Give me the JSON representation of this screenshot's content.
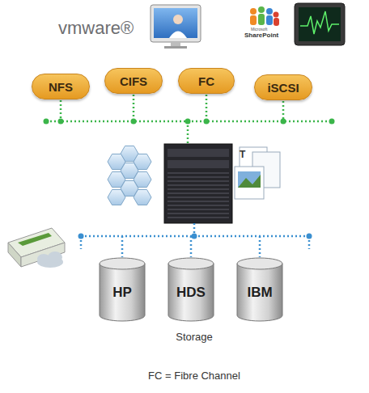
{
  "diagram": {
    "caption": "FC = Fibre Channel",
    "nodes": [
      {
        "text": [
          "NFS"
        ]
      },
      {
        "text": [
          "CIFS"
        ]
      },
      {
        "text": [
          "FC"
        ]
      },
      {
        "text": [
          "iSCSI"
        ]
      },
      {
        "text": [
          "HP"
        ]
      },
      {
        "text": [
          "HDS"
        ]
      },
      {
        "text": [
          "IBM"
        ]
      }
    ],
    "labels": [
      "vmware®",
      "Microsoft",
      "SharePoint",
      "T",
      "Storage"
    ]
  }
}
